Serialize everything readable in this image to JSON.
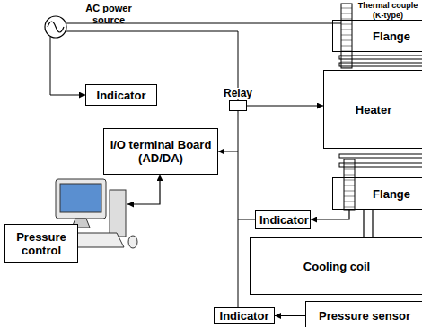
{
  "diagram": {
    "nodes": [
      {
        "text": [
          "Flange"
        ]
      },
      {
        "text": [
          "Indicator"
        ]
      },
      {
        "text": [
          "Relay"
        ]
      },
      {
        "text": [
          "Heater"
        ]
      },
      {
        "text": [
          "I/O terminal Board (AD/DA)"
        ]
      },
      {
        "text": [
          "Flange"
        ]
      },
      {
        "text": [
          "Indicator"
        ]
      },
      {
        "text": [
          "Cooling coil"
        ]
      },
      {
        "text": [
          "Pressure control"
        ]
      },
      {
        "text": [
          "Indicator"
        ]
      },
      {
        "text": [
          "Pressure sensor"
        ]
      }
    ],
    "edges": [
      {
        "from": 2,
        "to": 3,
        "arrow": "to"
      },
      {
        "from": 5,
        "to": 6,
        "arrow": "to"
      },
      {
        "from": 10,
        "to": 9,
        "arrow": "to"
      }
    ],
    "labels": [
      "AC power source",
      "Thermal couple (K-type)"
    ]
  }
}
